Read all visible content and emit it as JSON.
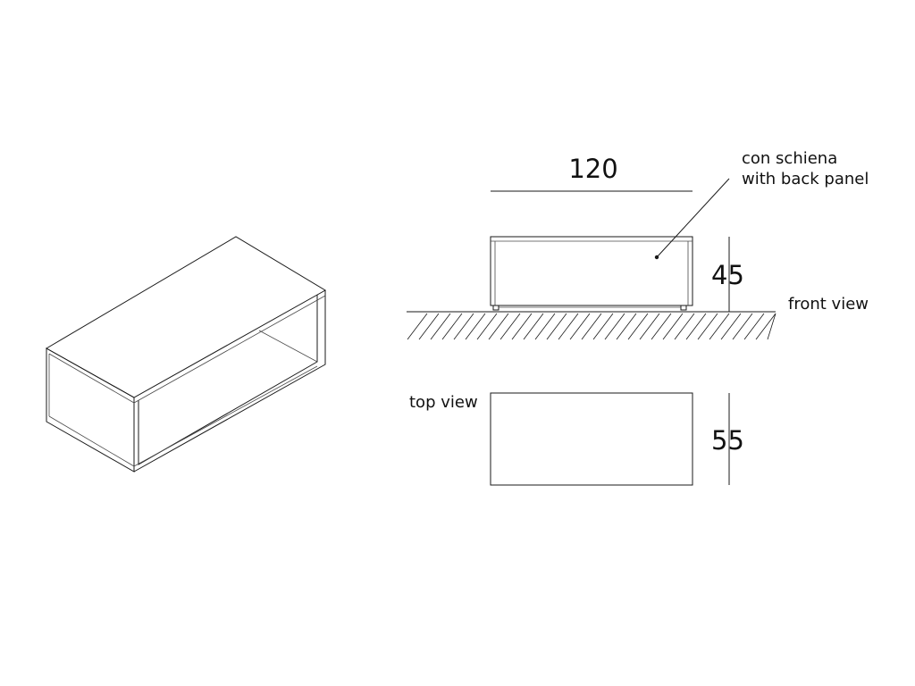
{
  "dimensions": {
    "width": "120",
    "height": "45",
    "depth": "55"
  },
  "labels": {
    "note_line1": "con schiena",
    "note_line2": "with back panel",
    "front_view": "front view",
    "top_view": "top view"
  }
}
